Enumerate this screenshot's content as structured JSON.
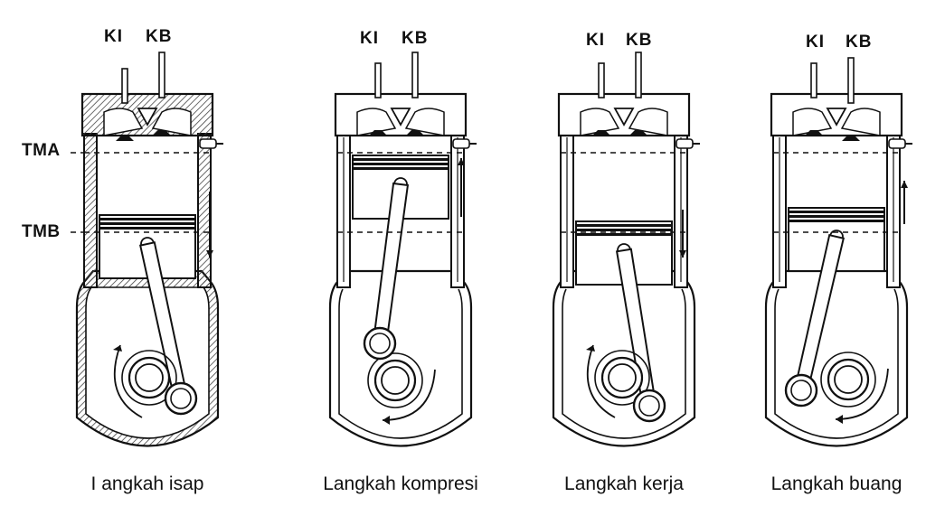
{
  "side_labels": {
    "tma": "TMA",
    "tmb": "TMB"
  },
  "valve_labels": {
    "intake": "KI",
    "exhaust": "KB"
  },
  "strokes": [
    {
      "caption": "I angkah isap",
      "piston_level": "bottom",
      "piston_direction": "down",
      "intake_valve": "open",
      "exhaust_valve": "closed",
      "crank_direction": "clockwise"
    },
    {
      "caption": "Langkah kompresi",
      "piston_level": "top",
      "piston_direction": "up",
      "intake_valve": "closed",
      "exhaust_valve": "closed",
      "crank_direction": "clockwise"
    },
    {
      "caption": "Langkah kerja",
      "piston_level": "bottom",
      "piston_direction": "down",
      "intake_valve": "closed",
      "exhaust_valve": "closed",
      "crank_direction": "clockwise"
    },
    {
      "caption": "Langkah buang",
      "piston_level": "bottom",
      "piston_direction": "up",
      "intake_valve": "closed",
      "exhaust_valve": "open",
      "crank_direction": "clockwise"
    }
  ],
  "colors": {
    "ink": "#111111",
    "paper": "#ffffff",
    "hatch": "#444444"
  }
}
